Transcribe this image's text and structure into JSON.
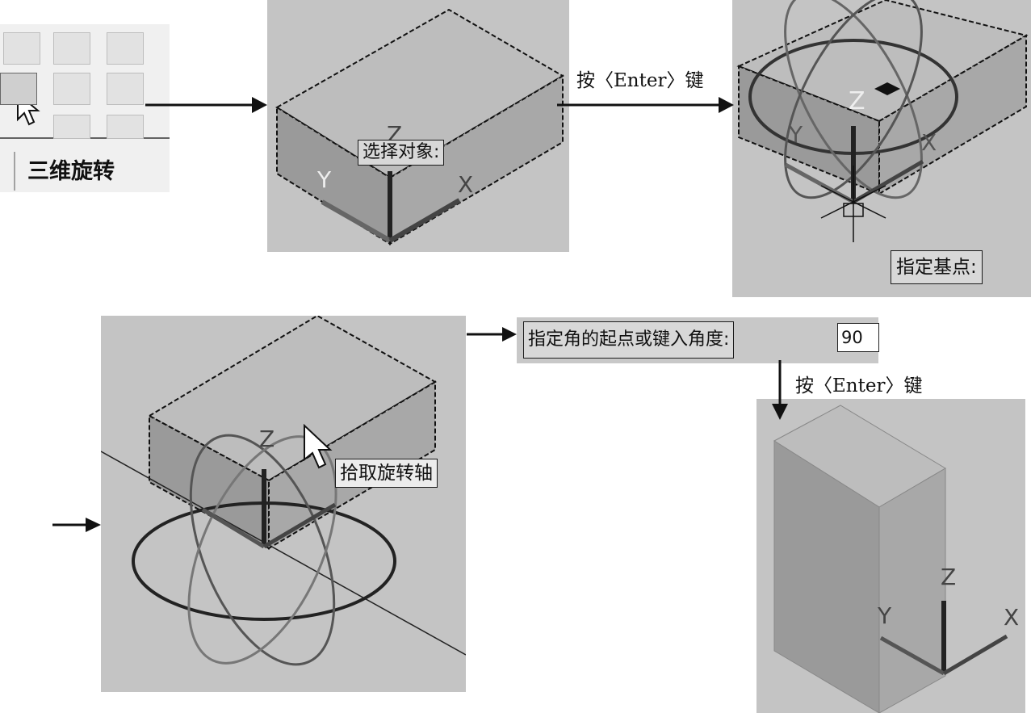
{
  "toolbar": {
    "tooltip": "三维旋转",
    "icons": [
      "3d-orbit-icon",
      "3d-move-icon",
      "3d-align-icon",
      "3d-rotate-icon",
      "rotate-icon",
      "3d-mirror-icon"
    ]
  },
  "step1": {
    "prompt": "选择对象:"
  },
  "arrow1": {
    "caption": "按〈Enter〉键"
  },
  "step2": {
    "prompt": "指定基点:"
  },
  "step3": {
    "prompt": "拾取旋转轴"
  },
  "step4": {
    "prompt": "指定角的起点或键入角度:",
    "value": "90"
  },
  "arrow2": {
    "caption": "按〈Enter〉键"
  },
  "axis_labels": {
    "x": "X",
    "y": "Y",
    "z": "Z"
  },
  "colors": {
    "viewport_bg": "#c4c4c4",
    "box_top": "#b9b9b9",
    "box_side": "#9e9e9e"
  }
}
